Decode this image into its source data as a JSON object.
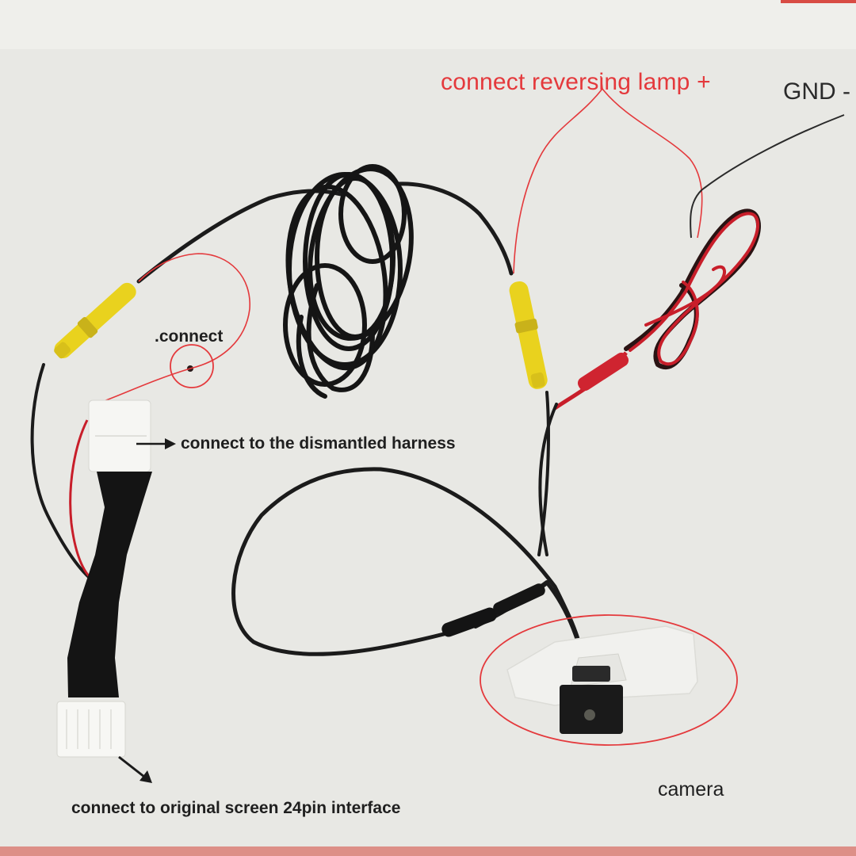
{
  "labels": {
    "reversing_lamp": "connect reversing lamp +",
    "gnd": "GND -",
    "connect": ".connect",
    "dismantled_harness": "connect to the dismantled harness",
    "original_screen": "connect to original screen 24pin interface",
    "camera": "camera"
  },
  "colors": {
    "annotation_red": "#e4393c",
    "cable_black": "#1b1b1b",
    "rca_yellow": "#e9d21e",
    "wire_red": "#c81e2a",
    "background": "#e8e8e4"
  }
}
